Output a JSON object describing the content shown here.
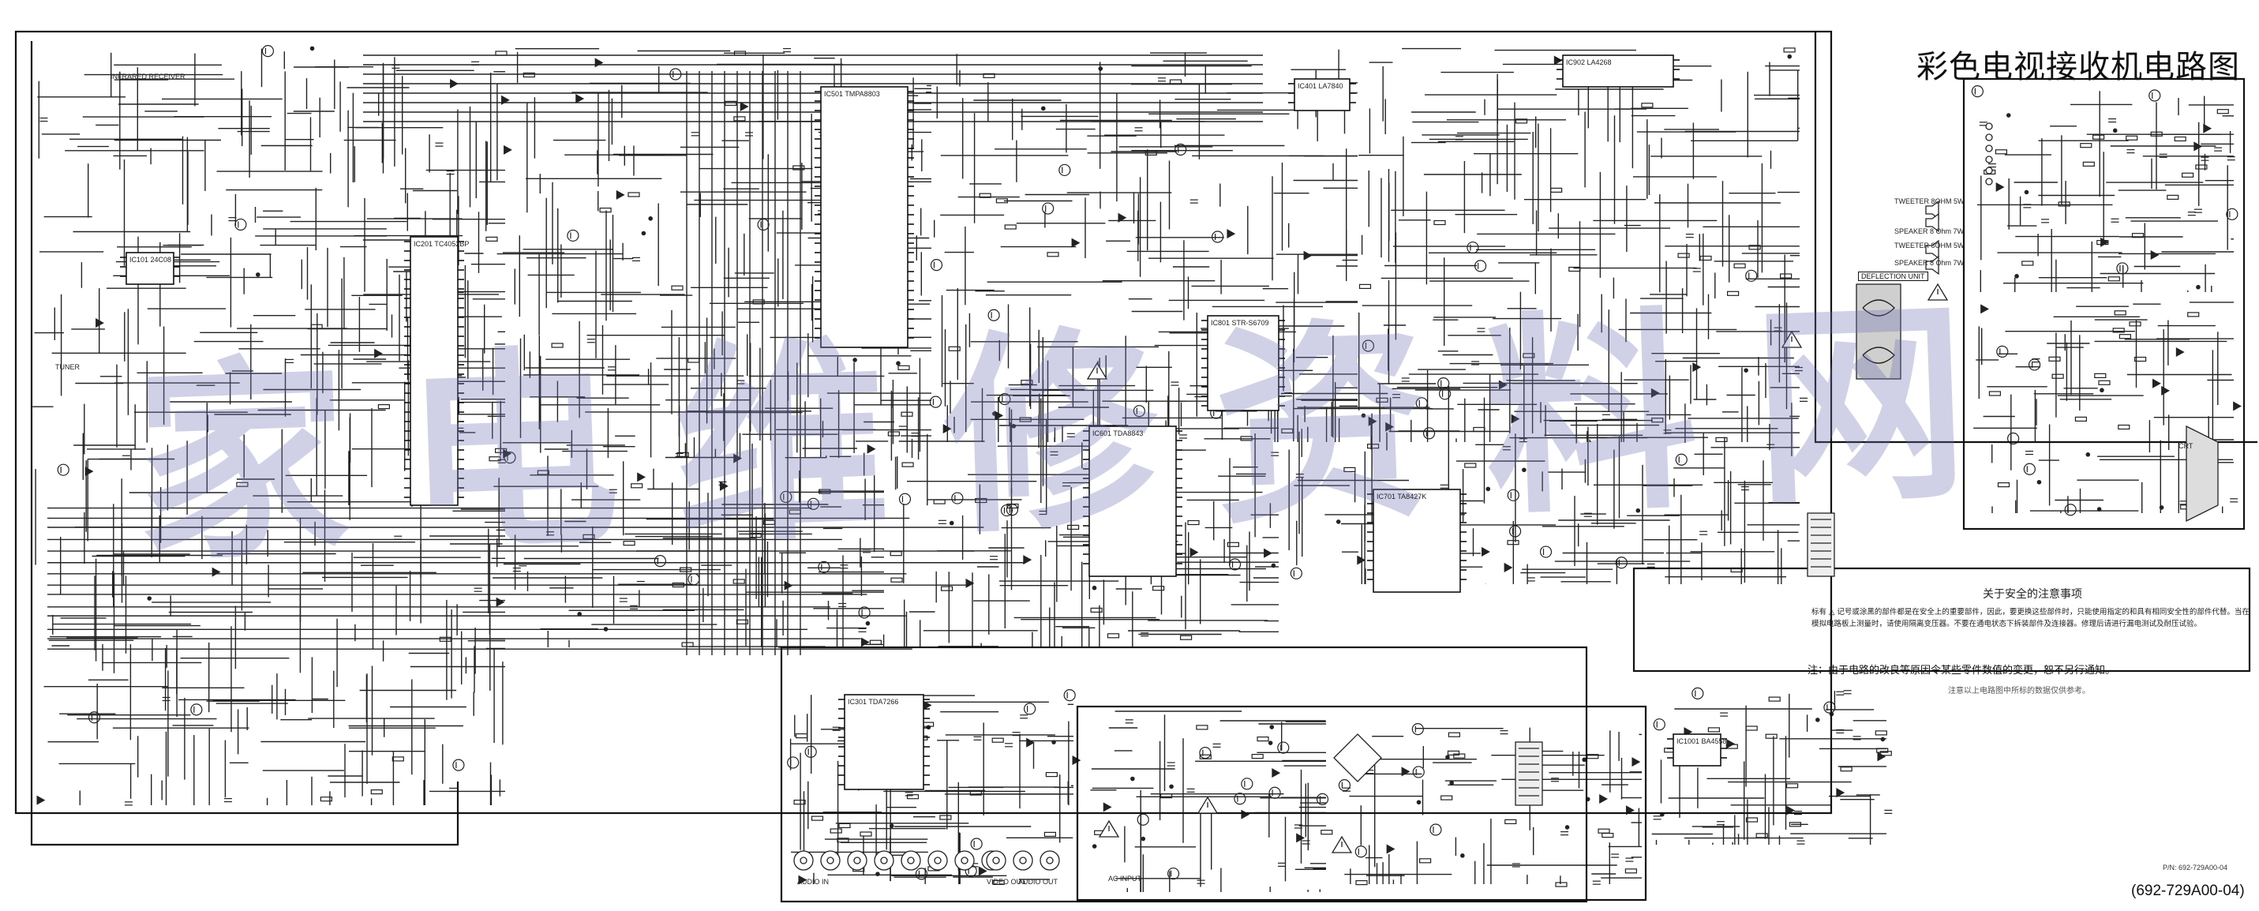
{
  "title": "彩色电视接收机电路图",
  "model_note": "(692-729A00-04)",
  "watermark": "家电维修资料网",
  "safety": {
    "heading": "关于安全的注意事项",
    "text": "标有 △ 记号或涂黑的部件都是在安全上的重要部件，因此，要更换这些部件时，只能使用指定的和具有相同安全性的部件代替。当在模拟电路板上测量时，请使用隔离变压器。不要在通电状态下拆装部件及连接器。修理后请进行漏电测试及耐压试验。"
  },
  "note": "注：由于电路的改良等原因令某些零件数值的变更，恕不另行通知。",
  "note_small": "注意以上电路图中所标的数据仅供参考。",
  "part_number": "P/N: 692-729A00-04",
  "labels": {
    "deflection": "DEFLECTION UNIT",
    "ac_input": "AC INPUT",
    "crt": "CRT",
    "tuner": "TUNER",
    "ir": "INFRARED RECEIVER",
    "speaker_l": "SPEAKER 8 Ohm 7W",
    "speaker_r": "SPEAKER 8 Ohm 7W",
    "tweeter_l": "TWEETER 8OHM 5W",
    "tweeter_r": "TWEETER 8OHM 5W",
    "audio_in": "AUDIO IN",
    "audio_out": "AUDIO OUT",
    "video_out": "VIDEO OUT"
  },
  "chips": [
    {
      "id": "IC501",
      "name": "TMPA8803"
    },
    {
      "id": "IC601",
      "name": "TDA8843"
    },
    {
      "id": "IC801",
      "name": "STR-S6709"
    },
    {
      "id": "IC701",
      "name": "TA8427K"
    },
    {
      "id": "IC301",
      "name": "TDA7266"
    },
    {
      "id": "IC201",
      "name": "TC4052BP"
    },
    {
      "id": "IC401",
      "name": "LA7840"
    },
    {
      "id": "IC902",
      "name": "LA4268"
    },
    {
      "id": "IC101",
      "name": "24C08"
    },
    {
      "id": "IC1001",
      "name": "BA4558"
    }
  ]
}
